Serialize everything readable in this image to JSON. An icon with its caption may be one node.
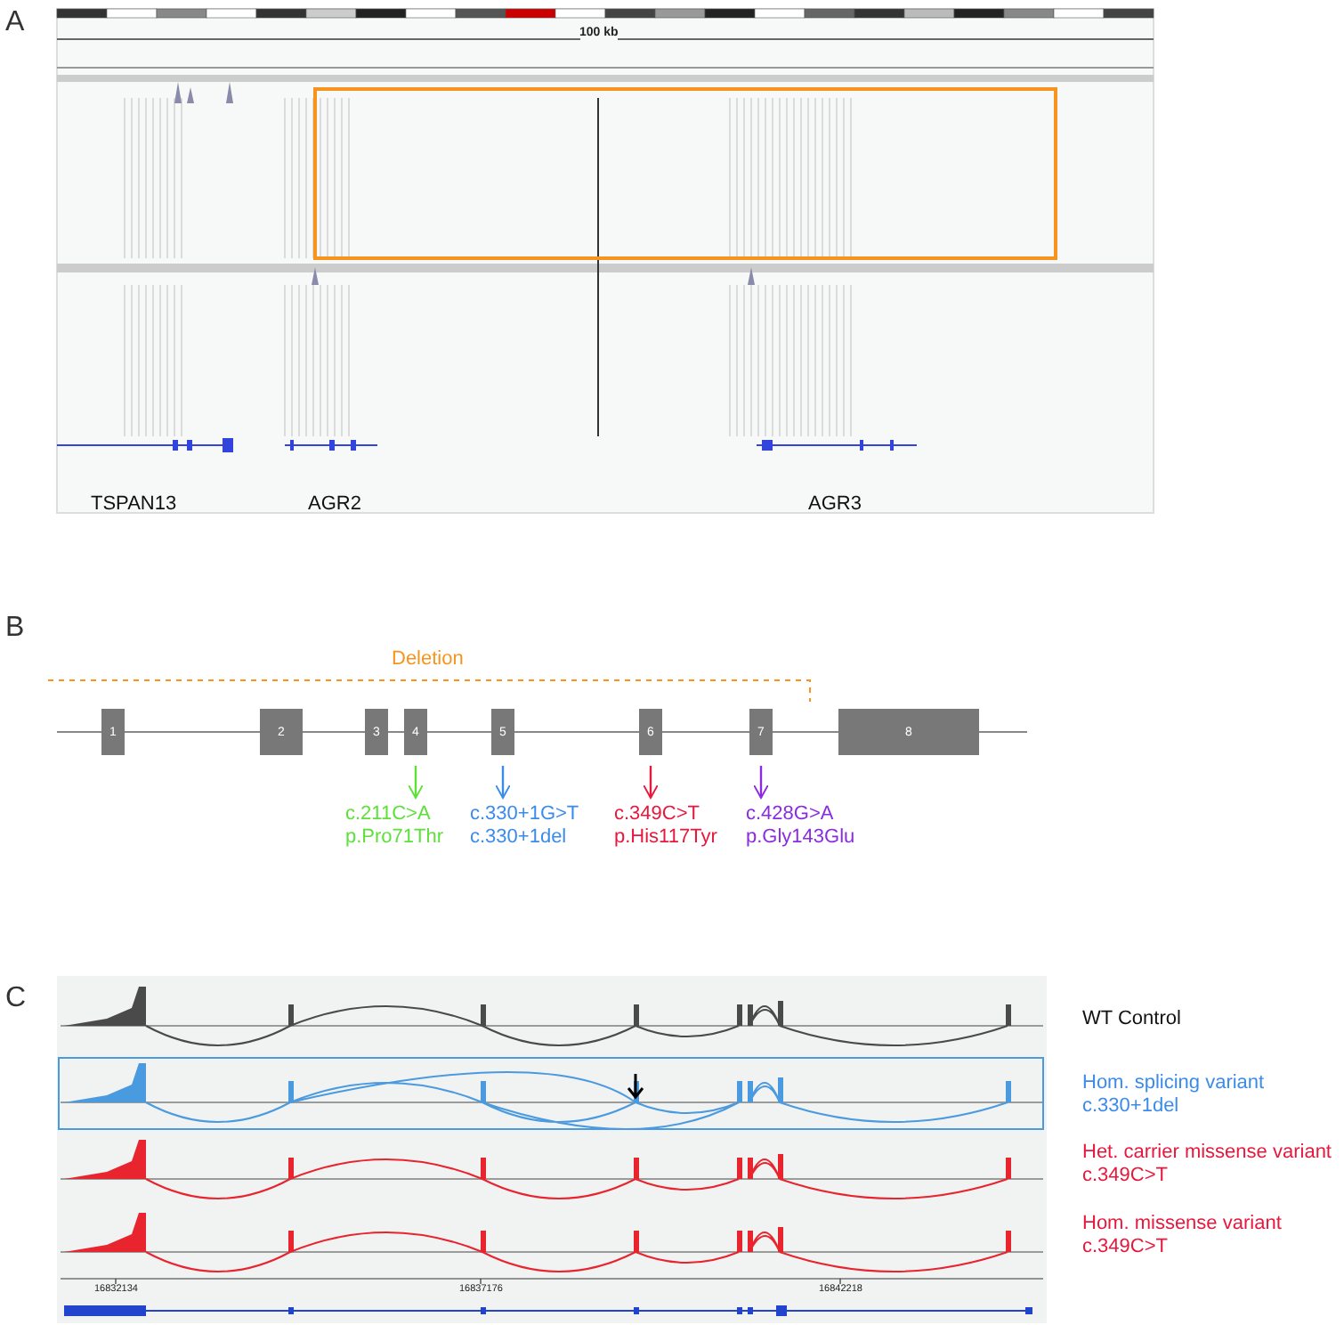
{
  "diagram": {
    "nodes": [
      {
        "text": [
          "1"
        ]
      },
      {
        "text": [
          "2"
        ]
      },
      {
        "text": [
          "3"
        ]
      },
      {
        "text": [
          "4"
        ]
      },
      {
        "text": [
          "5"
        ]
      },
      {
        "text": [
          "6"
        ]
      },
      {
        "text": [
          "7"
        ]
      },
      {
        "text": [
          "8"
        ]
      },
      {
        "text": [
          "c.211C>A",
          "p.Pro71Thr"
        ]
      },
      {
        "text": [
          "c.330+1G>T",
          "c.330+1del"
        ]
      },
      {
        "text": [
          "c.349C>T",
          "p.His117Tyr"
        ]
      },
      {
        "text": [
          "c.428G>A",
          "p.Gly143Glu"
        ]
      }
    ],
    "edges": [
      {
        "from": 3,
        "to": 8,
        "arrow": "to",
        "color": "#5ee03a"
      },
      {
        "from": 4,
        "to": 9,
        "arrow": "to",
        "color": "#3b8beb"
      },
      {
        "from": 5,
        "to": 10,
        "arrow": "to",
        "color": "#e8173c"
      },
      {
        "from": 6,
        "to": 11,
        "arrow": "to",
        "color": "#8a2be2"
      }
    ],
    "labels": [
      "A",
      "100 kb",
      "TSPAN13",
      "AGR2",
      "AGR3",
      "B",
      "Deletion",
      "C",
      "WT Control",
      "Hom. splicing variant",
      "c.330+1del",
      "Het. carrier missense variant",
      "c.349C>T",
      "Hom. missense variant",
      "c.349C>T",
      "16832134",
      "16837176",
      "16842218"
    ]
  }
}
